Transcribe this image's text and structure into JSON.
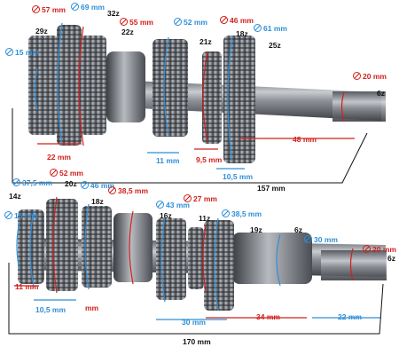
{
  "colors": {
    "red": "#d0201c",
    "blue": "#2e8fd8",
    "black": "#111111"
  },
  "shaft_top": {
    "diameters_red": [
      "57 mm",
      "55 mm",
      "46 mm",
      "20 mm"
    ],
    "diameters_blue": [
      "69 mm",
      "52 mm",
      "61 mm",
      "15 mm"
    ],
    "teeth": [
      "32z",
      "29z",
      "22z",
      "21z",
      "18z",
      "25z",
      "6z"
    ],
    "lengths": [
      "22 mm",
      "11 mm",
      "9,5 mm",
      "10,5 mm",
      "48 mm"
    ],
    "total_length": "157 mm"
  },
  "shaft_bottom": {
    "diameters_red": [
      "52 mm",
      "38,5 mm",
      "27 mm",
      "20 mm"
    ],
    "diameters_blue": [
      "37,5 mm",
      "46 mm",
      "15 mm",
      "43 mm",
      "38,5 mm",
      "30 mm"
    ],
    "teeth": [
      "14z",
      "20z",
      "18z",
      "16z",
      "11z",
      "19z",
      "6z",
      "6z"
    ],
    "lengths": [
      "11 mm",
      "10,5 mm",
      "mm",
      "30 mm",
      "34 mm",
      "22 mm"
    ],
    "total_length": "170 mm"
  }
}
